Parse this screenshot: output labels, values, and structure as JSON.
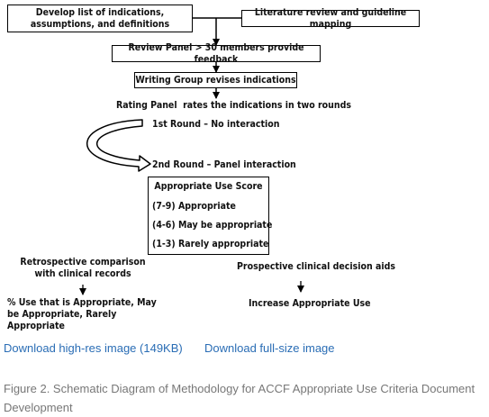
{
  "diagram": {
    "box_develop": "Develop list of indications, assumptions, and definitions",
    "box_literature": "Literature review and guideline mapping",
    "box_review_panel": "Review Panel > 30 members provide feedback",
    "box_writing_group": "Writing Group revises indications",
    "rating_panel_label": "Rating Panel  rates the indications in two rounds",
    "round1_label": "1st Round – No interaction",
    "round2_label": "2nd Round – Panel interaction",
    "score": {
      "title": "Appropriate Use Score",
      "items": [
        "(7-9) Appropriate",
        "(4-6) May be appropriate",
        "(1-3) Rarely appropriate"
      ]
    },
    "retro_label": "Retrospective comparison with clinical records",
    "retro_result": "% Use that is Appropriate, May be Appropriate, Rarely Appropriate",
    "prospective_label": "Prospective clinical decision aids",
    "prospective_result": "Increase Appropriate Use"
  },
  "links": {
    "highres": "Download high-res image (149KB)",
    "fullsize": "Download full-size image"
  },
  "caption": "Figure 2. Schematic Diagram of Methodology for ACCF Appropriate Use Criteria Document Development"
}
